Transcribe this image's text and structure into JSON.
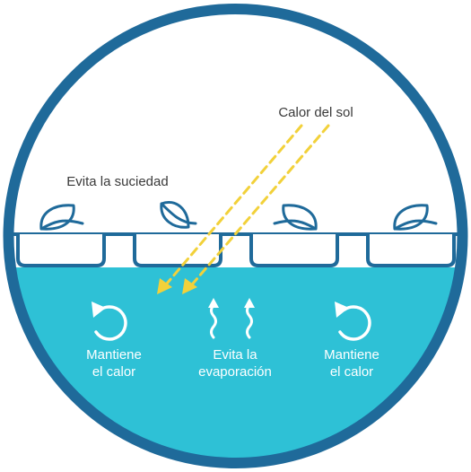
{
  "labels": {
    "sun_heat": "Calor del sol",
    "dirt": "Evita la suciedad",
    "left_heat": [
      "Mantiene",
      "el calor"
    ],
    "evaporation": [
      "Evita la",
      "evaporación"
    ],
    "right_heat": [
      "Mantiene",
      "el calor"
    ]
  },
  "colors": {
    "ring": "#1f6a9a",
    "water": "#2ec1d6",
    "arrows": "#f2d13a",
    "cells": "#1f6a9a",
    "text_dark": "#3a3a3a",
    "text_light": "#ffffff"
  },
  "icons": {
    "leaf": "leaf-icon",
    "heat_cycle": "circular-arrow-icon",
    "evaporation": "wavy-up-arrow-icon",
    "sun_ray": "dashed-arrow-icon"
  }
}
